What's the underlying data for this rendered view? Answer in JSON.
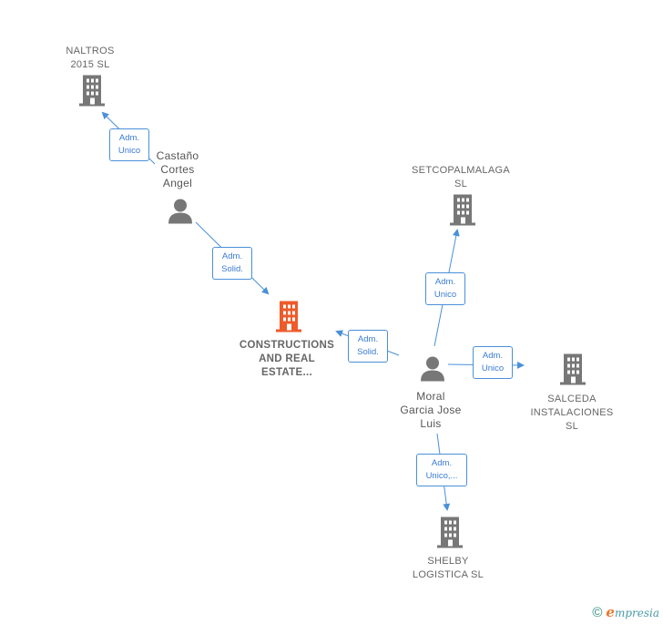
{
  "nodes": {
    "naltros": {
      "label": "NALTROS\n2015  SL",
      "icon": "building-icon"
    },
    "castano": {
      "label": "Castaño\nCortes\nAngel",
      "icon": "person-icon"
    },
    "setcop": {
      "label": "SETCOPALMALAGA\nSL",
      "icon": "building-icon"
    },
    "constructions": {
      "label": "CONSTRUCTIONS\nAND REAL\nESTATE...",
      "icon": "building-icon",
      "color": "#ee5a2a"
    },
    "moral": {
      "label": "Moral\nGarcia Jose\nLuis",
      "icon": "person-icon"
    },
    "salceda": {
      "label": "SALCEDA\nINSTALACIONES SL",
      "icon": "building-icon"
    },
    "shelby": {
      "label": "SHELBY\nLOGISTICA  SL",
      "icon": "building-icon"
    }
  },
  "edges": {
    "castano_naltros": "Adm.\nUnico",
    "castano_constructions": "Adm.\nSolid.",
    "moral_constructions": "Adm.\nSolid.",
    "moral_setcop": "Adm.\nUnico",
    "moral_salceda": "Adm.\nUnico",
    "moral_shelby": "Adm.\nUnico,..."
  },
  "colors": {
    "edge": "#4a90d9",
    "icon_default": "#777777",
    "icon_main": "#ee5a2a"
  },
  "footer": {
    "copyright": "©",
    "brand_initial": "e",
    "brand_rest": "mpresia"
  }
}
